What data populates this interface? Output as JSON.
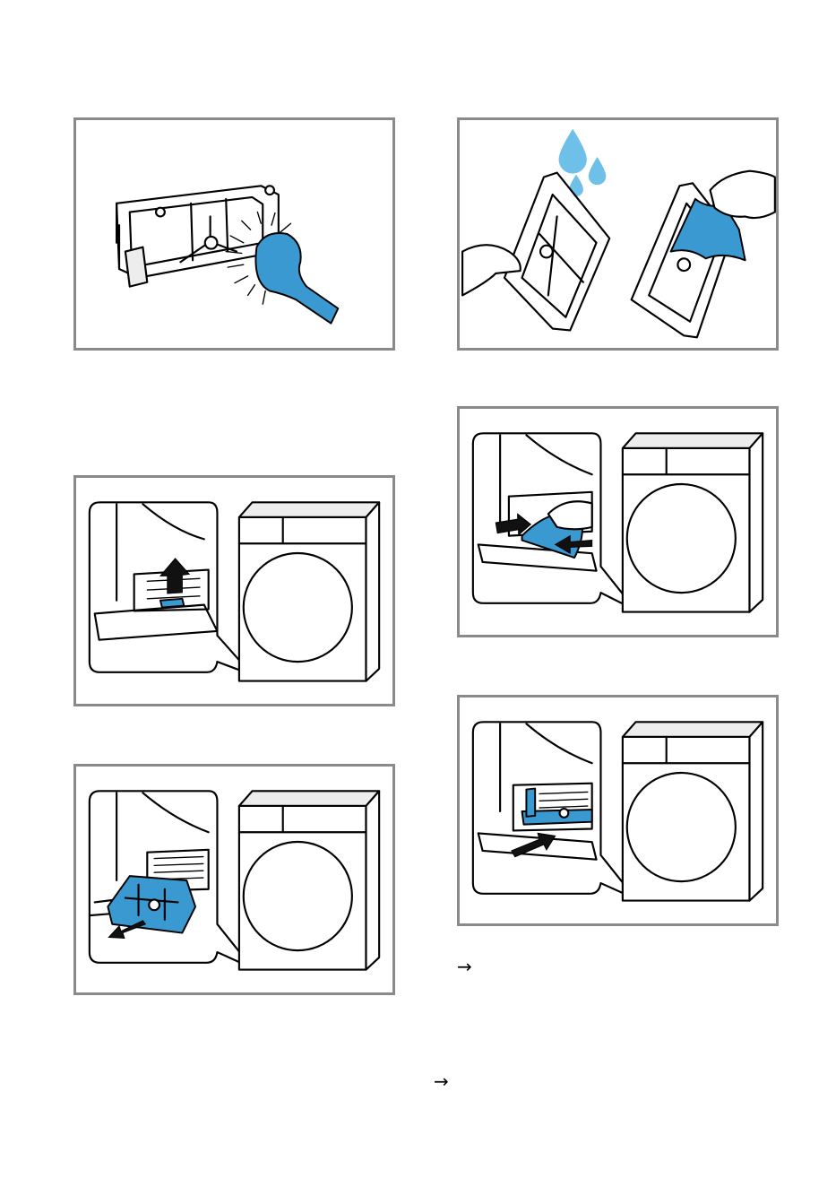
{
  "page": {
    "arrow_1": "→",
    "arrow_2": "→"
  },
  "colors": {
    "frame": "#8a8a8a",
    "accent_blue": "#3a99d0",
    "light_blue": "#6fc0e8"
  },
  "illustrations": [
    {
      "id": "brush-filter",
      "icon": "brush-cleaning-filter-icon"
    },
    {
      "id": "rinse-filter",
      "icon": "water-drops-rinse-filter-icon"
    },
    {
      "id": "lift-flap",
      "icon": "lift-maintenance-flap-icon"
    },
    {
      "id": "wipe-seal",
      "icon": "wipe-seal-icon"
    },
    {
      "id": "pull-filter",
      "icon": "pull-out-filter-icon"
    },
    {
      "id": "insert-filter",
      "icon": "insert-filter-icon"
    }
  ]
}
